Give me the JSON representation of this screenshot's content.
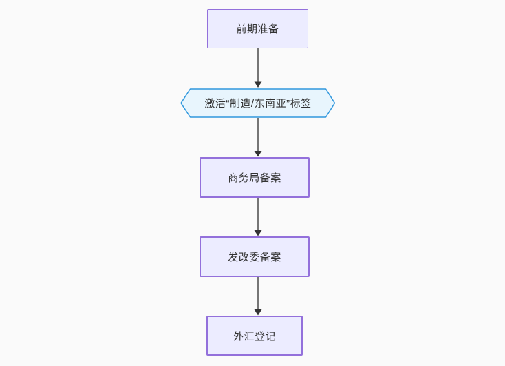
{
  "page": {
    "background_color": "#fafafa",
    "kind": "flowchart"
  },
  "flowchart": {
    "direction": "top-down",
    "text_color": "#333333",
    "edge_color": "#333333",
    "nodes": [
      {
        "id": "prep",
        "label": "前期准备",
        "shape": "rectangle",
        "fill": "#ececff",
        "stroke": "#9370db"
      },
      {
        "id": "activate-label",
        "label": "激活“制造/东南亚”标签",
        "shape": "hexagon",
        "fill": "#e8f5fd",
        "stroke": "#2f97dd"
      },
      {
        "id": "commerce-filing",
        "label": "商务局备案",
        "shape": "rectangle",
        "fill": "#ececff",
        "stroke": "#9370db"
      },
      {
        "id": "ndrc-filing",
        "label": "发改委备案",
        "shape": "rectangle",
        "fill": "#ececff",
        "stroke": "#9370db"
      },
      {
        "id": "forex-registration",
        "label": "外汇登记",
        "shape": "rectangle",
        "fill": "#ececff",
        "stroke": "#9370db"
      }
    ],
    "edges": [
      {
        "from": "prep",
        "to": "activate-label",
        "style": "arrow-down"
      },
      {
        "from": "activate-label",
        "to": "commerce-filing",
        "style": "arrow-down"
      },
      {
        "from": "commerce-filing",
        "to": "ndrc-filing",
        "style": "arrow-down"
      },
      {
        "from": "ndrc-filing",
        "to": "forex-registration",
        "style": "arrow-down"
      }
    ]
  }
}
